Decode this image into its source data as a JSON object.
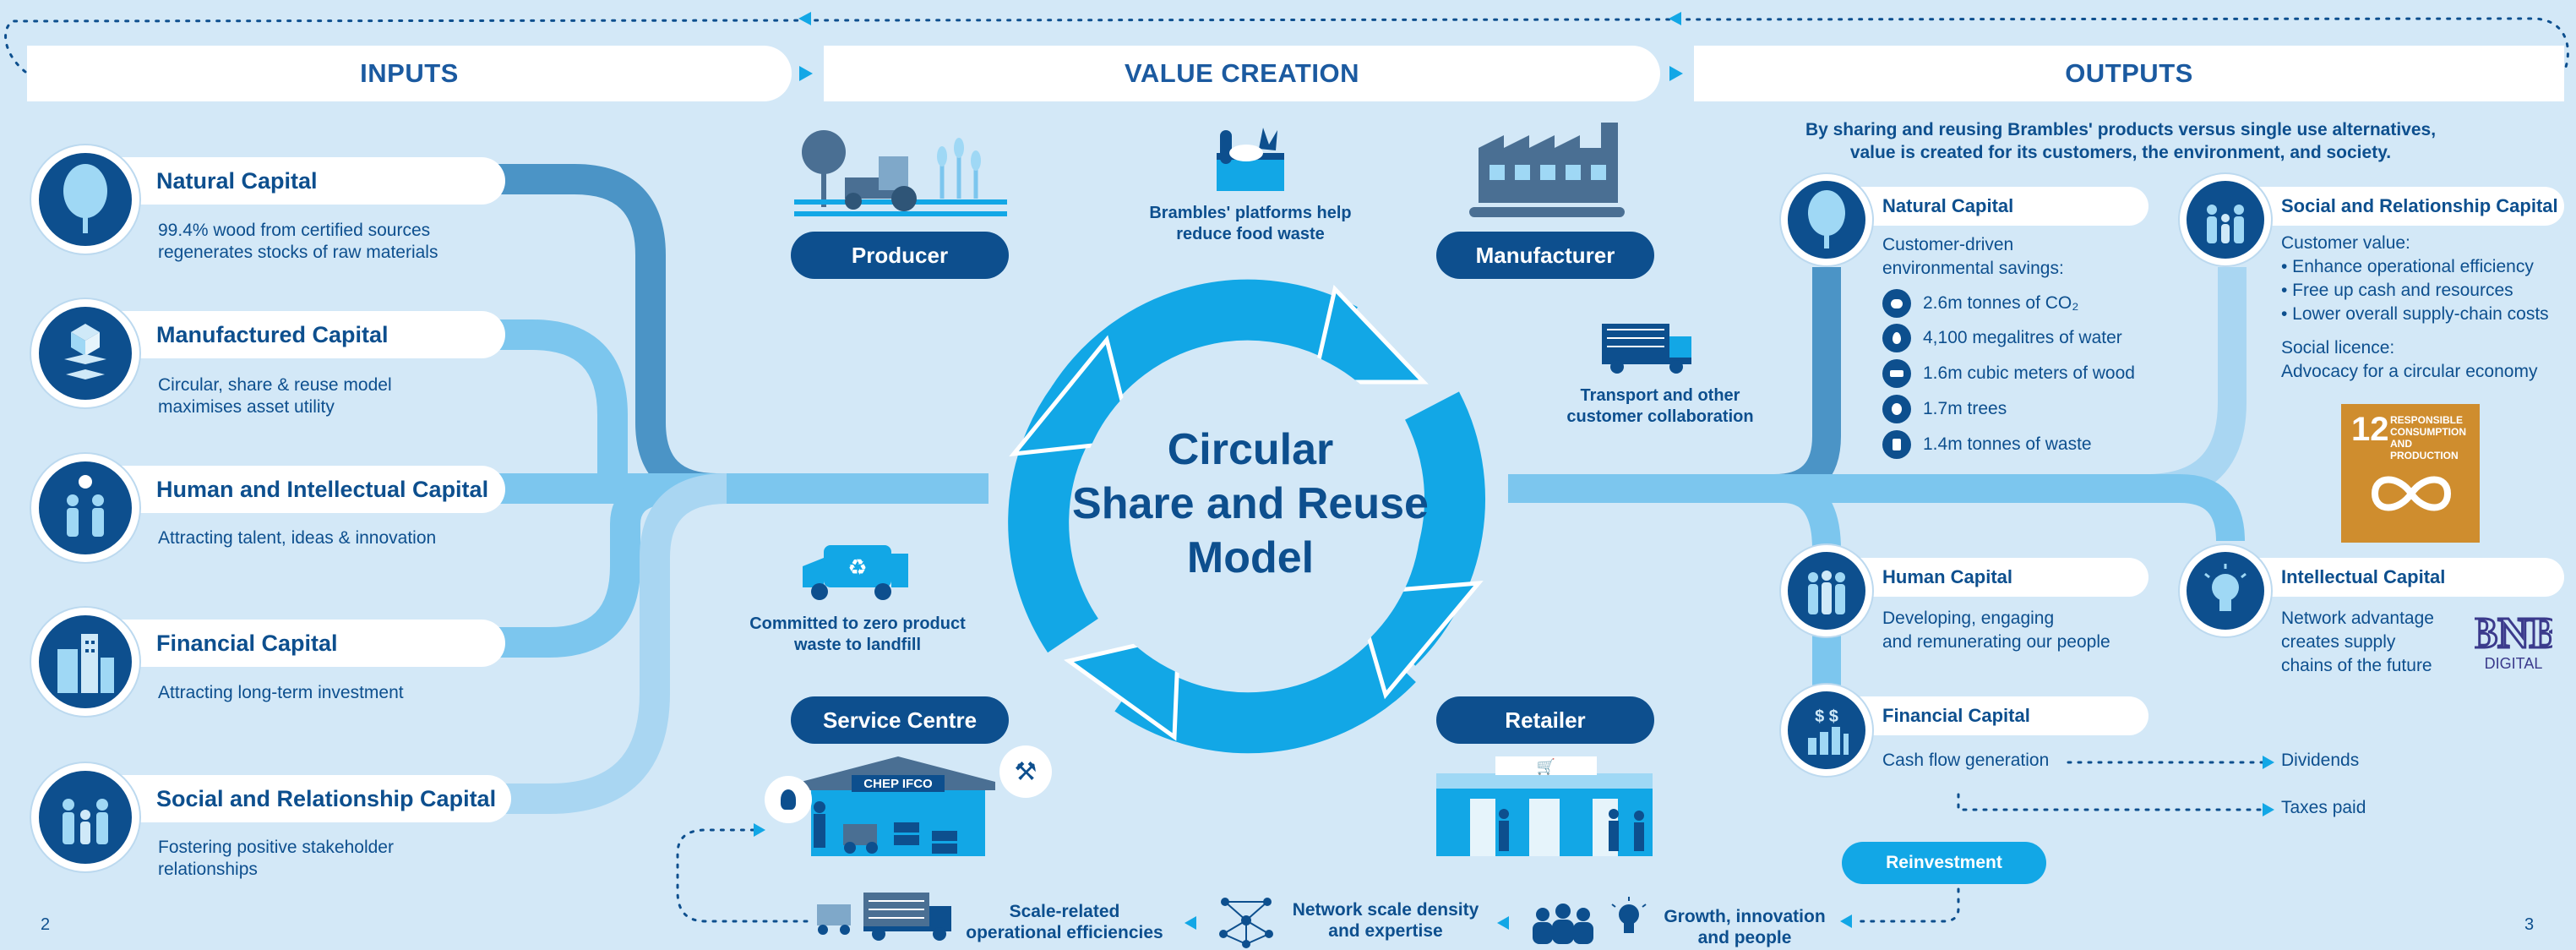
{
  "headers": {
    "inputs": "INPUTS",
    "value_creation": "VALUE CREATION",
    "outputs": "OUTPUTS"
  },
  "inputs": [
    {
      "title": "Natural Capital",
      "desc1": "99.4% wood from certified sources",
      "desc2": "regenerates stocks of raw materials"
    },
    {
      "title": "Manufactured Capital",
      "desc1": "Circular, share & reuse model",
      "desc2": "maximises asset utility"
    },
    {
      "title": "Human and Intellectual Capital",
      "desc1": "Attracting talent, ideas & innovation",
      "desc2": ""
    },
    {
      "title": "Financial Capital",
      "desc1": "Attracting long-term investment",
      "desc2": ""
    },
    {
      "title": "Social and Relationship Capital",
      "desc1": "Fostering positive stakeholder",
      "desc2": "relationships"
    }
  ],
  "value_creation": {
    "center_line1": "Circular",
    "center_line2": "Share and Reuse",
    "center_line3": "Model",
    "producer": "Producer",
    "manufacturer": "Manufacturer",
    "service_centre": "Service Centre",
    "retailer": "Retailer",
    "platforms_1": "Brambles' platforms help",
    "platforms_2": "reduce food waste",
    "transport_1": "Transport and other",
    "transport_2": "customer collaboration",
    "zero_waste_1": "Committed to zero product",
    "zero_waste_2": "waste to landfill",
    "chep_label": "CHEP IFCO"
  },
  "bottom_flow": {
    "scale_1": "Scale-related",
    "scale_2": "operational efficiencies",
    "network_1": "Network scale density",
    "network_2": "and expertise",
    "growth_1": "Growth, innovation",
    "growth_2": "and people"
  },
  "outputs": {
    "intro_1": "By sharing and reusing Brambles' products versus single use alternatives,",
    "intro_2": "value is created for its customers, the environment, and society.",
    "natural_title": "Natural Capital",
    "natural_sub1": "Customer-driven",
    "natural_sub2": "environmental savings:",
    "savings": [
      "2.6m tonnes of CO₂",
      "4,100 megalitres of water",
      "1.6m cubic meters of wood",
      "1.7m trees",
      "1.4m tonnes of waste"
    ],
    "social_title": "Social and Relationship Capital",
    "customer_value": "Customer value:",
    "cv_items": [
      "• Enhance operational efficiency",
      "• Free up cash and resources",
      "• Lower overall supply-chain costs"
    ],
    "social_licence": "Social licence:",
    "social_licence_text": "Advocacy for a circular economy",
    "sdg_number": "12",
    "sdg_text": "RESPONSIBLE CONSUMPTION AND PRODUCTION",
    "human_title": "Human Capital",
    "human_1": "Developing, engaging",
    "human_2": "and remunerating our people",
    "intellectual_title": "Intellectual Capital",
    "intellectual_1": "Network advantage",
    "intellectual_2": "creates supply",
    "intellectual_3": "chains of the future",
    "financial_title": "Financial Capital",
    "cash_flow": "Cash flow generation",
    "dividends": "Dividends",
    "taxes": "Taxes paid",
    "reinvestment": "Reinvestment",
    "logo_text": "DIGITAL"
  },
  "page_numbers": {
    "left": "2",
    "right": "3"
  },
  "colors": {
    "background": "#d3e8f7",
    "dark_blue": "#0d4f8e",
    "cycle_blue": "#12a7e6",
    "light_blue": "#7cc6ee",
    "mid_blue": "#3d8ec4",
    "sdg_orange": "#cf8d2e"
  }
}
